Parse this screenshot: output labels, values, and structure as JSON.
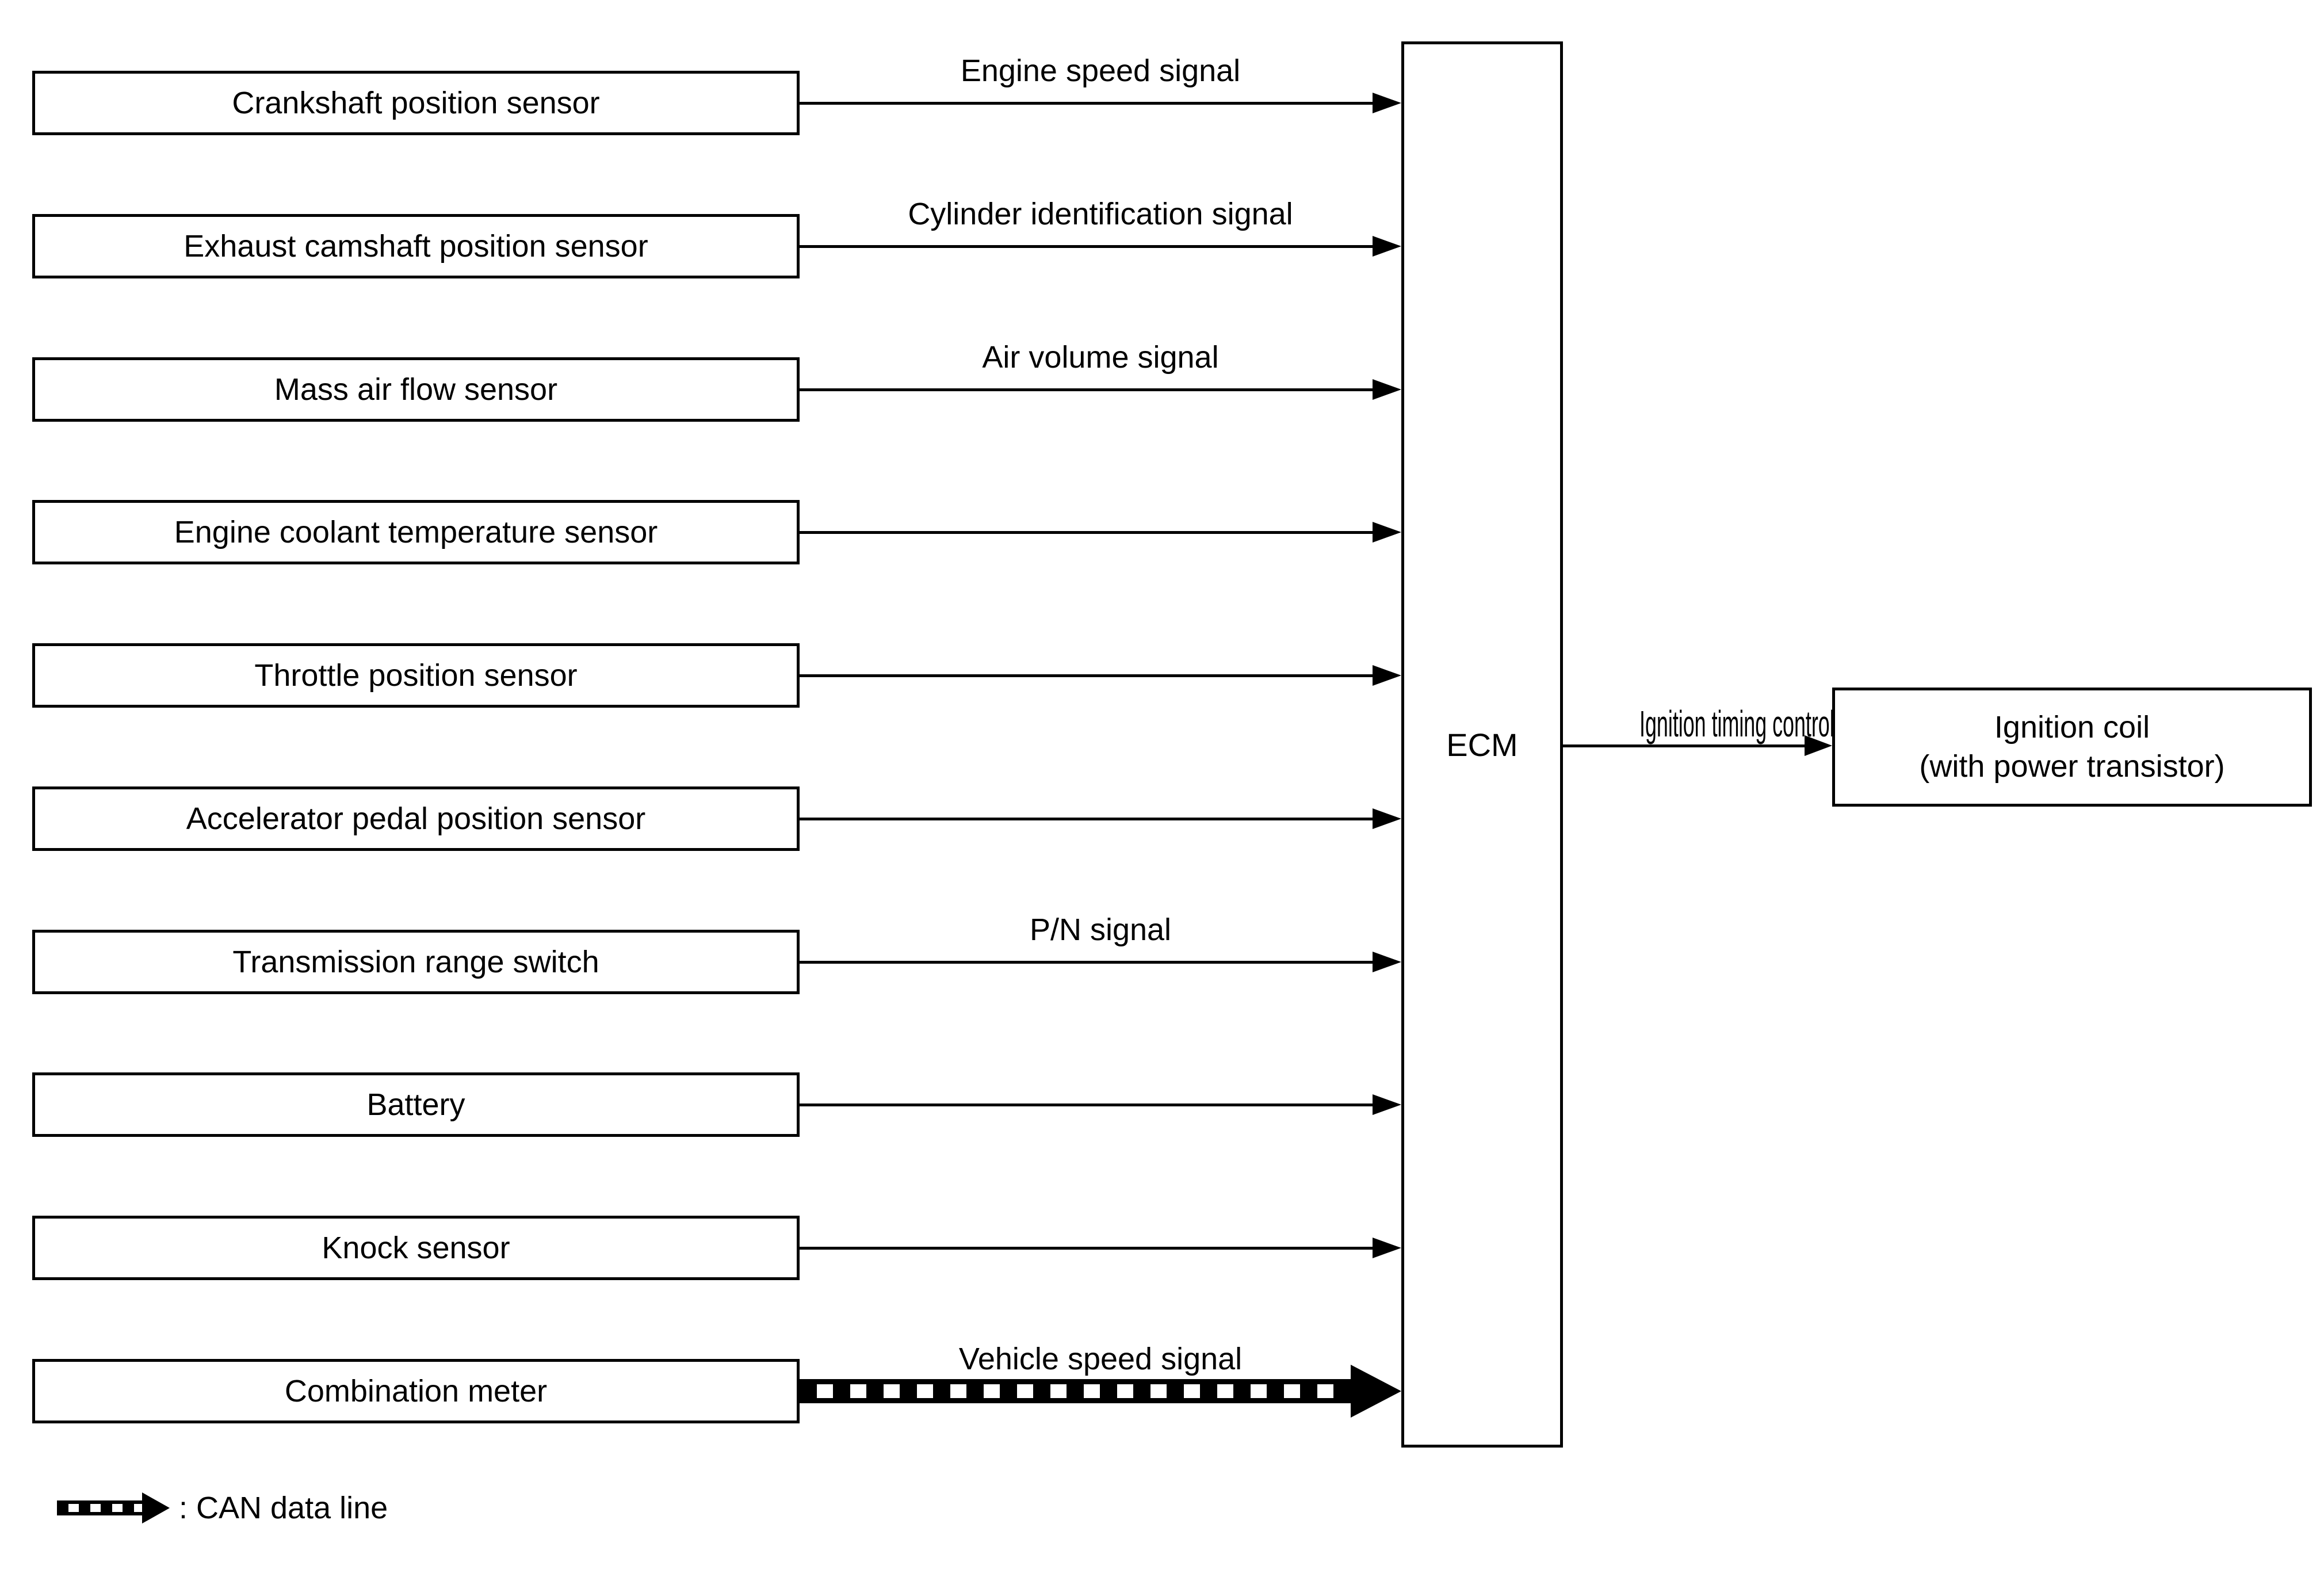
{
  "diagram": {
    "background_color": "#ffffff",
    "line_color": "#000000",
    "ecm": {
      "label": "ECM"
    },
    "inputs": [
      {
        "label": "Crankshaft position sensor",
        "signal": "Engine speed signal",
        "line": "normal"
      },
      {
        "label": "Exhaust camshaft position sensor",
        "signal": "Cylinder identification signal",
        "line": "normal"
      },
      {
        "label": "Mass air flow sensor",
        "signal": "Air volume signal",
        "line": "normal"
      },
      {
        "label": "Engine coolant temperature sensor",
        "signal": "",
        "line": "normal"
      },
      {
        "label": "Throttle position sensor",
        "signal": "",
        "line": "normal"
      },
      {
        "label": "Accelerator pedal position sensor",
        "signal": "",
        "line": "normal"
      },
      {
        "label": "Transmission range switch",
        "signal": "P/N signal",
        "line": "normal"
      },
      {
        "label": "Battery",
        "signal": "",
        "line": "normal"
      },
      {
        "label": "Knock sensor",
        "signal": "",
        "line": "normal"
      },
      {
        "label": "Combination meter",
        "signal": "Vehicle speed signal",
        "line": "CAN"
      }
    ],
    "output": {
      "signal": "Ignition timing control",
      "target": {
        "line1": "Ignition coil",
        "line2": "(with power transistor)"
      }
    },
    "legend": {
      "symbol": "can-arrow",
      "label": ": CAN data line"
    }
  }
}
